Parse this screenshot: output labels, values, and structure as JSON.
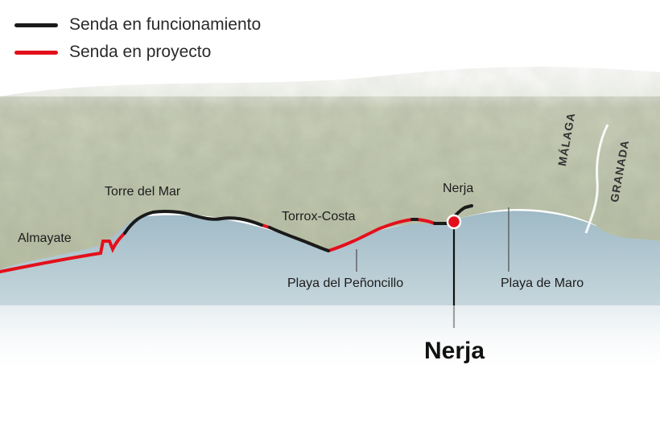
{
  "legend": {
    "items": [
      {
        "label": "Senda en funcionamiento",
        "color": "#1a1a1a"
      },
      {
        "label": "Senda en proyecto",
        "color": "#e3101b"
      }
    ]
  },
  "places": {
    "almayate": "Almayate",
    "torre_del_mar": "Torre del Mar",
    "torrox_costa": "Torrox-Costa",
    "nerja_small": "Nerja",
    "playa_penoncillo": "Playa del Peñoncillo",
    "playa_maro": "Playa de Maro",
    "nerja_marker": "Nerja"
  },
  "regions": {
    "malaga": "MÁLAGA",
    "granada": "GRANADA"
  },
  "colors": {
    "land": "#c6cdb5",
    "sea": "#a9c2cd",
    "operating": "#1a1a1a",
    "project": "#e3101b"
  }
}
